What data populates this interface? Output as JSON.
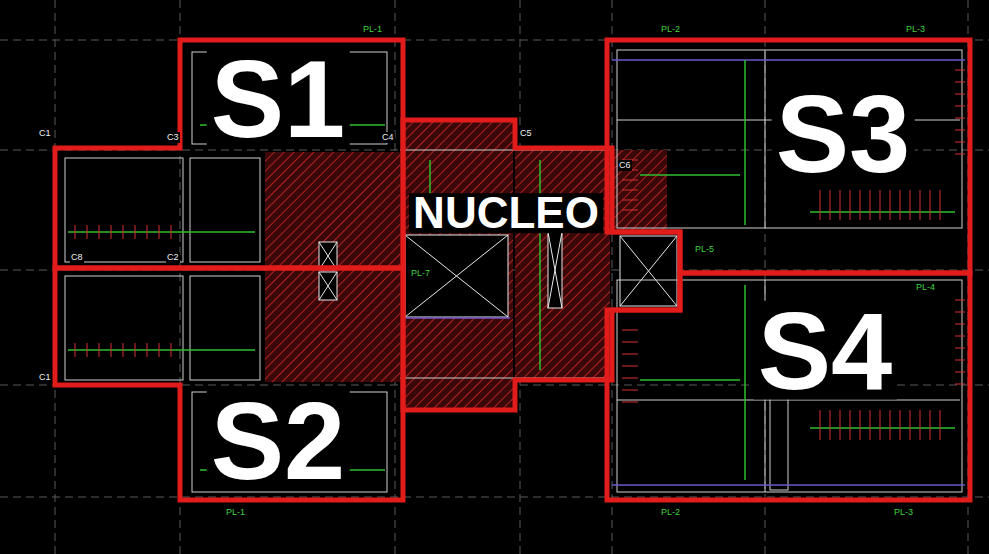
{
  "diagram": {
    "nodes": [
      {
        "text": [
          "S1"
        ]
      },
      {
        "text": [
          "S2"
        ]
      },
      {
        "text": [
          "NUCLEO"
        ]
      },
      {
        "text": [
          "S3"
        ]
      },
      {
        "text": [
          "S4"
        ]
      }
    ],
    "labels": [
      "C1",
      "C3",
      "C4",
      "C5",
      "C6",
      "C8",
      "C2",
      "C1",
      "PL-1",
      "PL-2",
      "PL-3",
      "PL-7",
      "PL-5",
      "PL-4",
      "PL-2",
      "PL-3",
      "PL-1"
    ]
  }
}
